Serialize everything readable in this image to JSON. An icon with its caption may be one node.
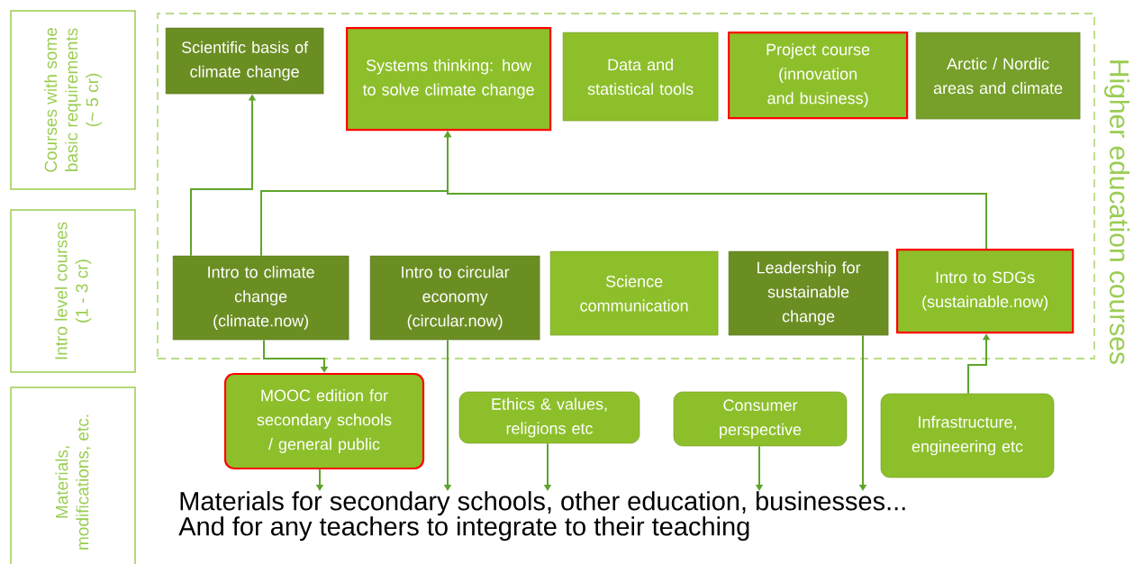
{
  "diagram": {
    "nodes": [
      {
        "text": [
          "Courses with some basic requirements (~ 5 cr)"
        ]
      },
      {
        "text": [
          "Intro level courses (1 - 3 cr)"
        ]
      },
      {
        "text": [
          "Materials, modifications, etc."
        ]
      },
      {
        "text": [
          "Higher education courses"
        ]
      },
      {
        "text": [
          "Scientific basis of climate change"
        ],
        "in": 3
      },
      {
        "text": [
          "Systems thinking: how to solve climate change"
        ],
        "in": 3
      },
      {
        "text": [
          "Data and statistical tools"
        ],
        "in": 3
      },
      {
        "text": [
          "Project course (innovation and business)"
        ],
        "in": 3
      },
      {
        "text": [
          "Arctic / Nordic areas and climate"
        ],
        "in": 3
      },
      {
        "text": [
          "Intro to climate change (climate.now)"
        ],
        "in": 3
      },
      {
        "text": [
          "Intro to circular economy (circular.now)"
        ],
        "in": 3
      },
      {
        "text": [
          "Science communication"
        ],
        "in": 3
      },
      {
        "text": [
          "Leadership for sustainable change"
        ],
        "in": 3
      },
      {
        "text": [
          "Intro to SDGs (sustainable.now)"
        ],
        "in": 3
      },
      {
        "text": [
          "MOOC edition for secondary schools / general public"
        ]
      },
      {
        "text": [
          "Ethics & values, religions etc"
        ]
      },
      {
        "text": [
          "Consumer perspective"
        ]
      },
      {
        "text": [
          "Infrastructure, engineering etc"
        ]
      },
      {
        "text": [
          "Materials for secondary schools, other education, businesses...",
          "And for any teachers to integrate to their teaching"
        ]
      }
    ],
    "edges": [
      {
        "from": 9,
        "to": 4,
        "arrow": "to"
      },
      {
        "from": 9,
        "to": 5,
        "arrow": "to"
      },
      {
        "from": 13,
        "to": 5,
        "arrow": "to"
      },
      {
        "from": 9,
        "to": 14,
        "arrow": "to"
      },
      {
        "from": 14,
        "to": 18,
        "arrow": "to"
      },
      {
        "from": 10,
        "to": 18,
        "arrow": "to"
      },
      {
        "from": 15,
        "to": 18,
        "arrow": "to"
      },
      {
        "from": 16,
        "to": 18,
        "arrow": "to"
      },
      {
        "from": 12,
        "to": 18,
        "arrow": "to"
      },
      {
        "from": 17,
        "to": 13,
        "arrow": "to"
      }
    ]
  }
}
